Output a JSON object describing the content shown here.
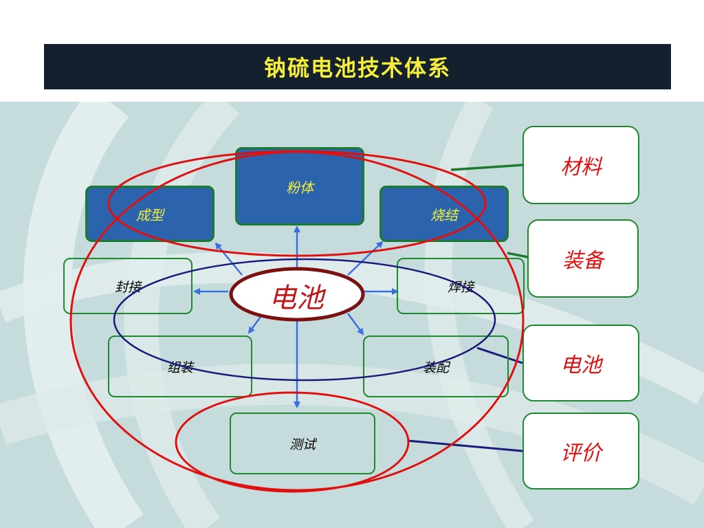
{
  "title": "钠硫电池技术体系",
  "center": "电池",
  "process_nodes": {
    "powder": "粉体",
    "forming": "成型",
    "sintering": "烧结",
    "sealing": "封接",
    "welding": "焊接",
    "assembling": "组装",
    "fitting": "装配",
    "testing": "测试"
  },
  "categories": {
    "materials": "材料",
    "equipment": "装备",
    "battery": "电池",
    "evaluation": "评价"
  },
  "colors": {
    "title_bg": "#14202e",
    "title_text": "#f5ee3a",
    "node_blue": "#2c63ad",
    "border_green": "#1c8a2c",
    "ellipse_red": "#e01010",
    "ellipse_navy": "#1a1a7a",
    "arrow_blue": "#3a6fe0",
    "center_ring": "#7a1010"
  }
}
